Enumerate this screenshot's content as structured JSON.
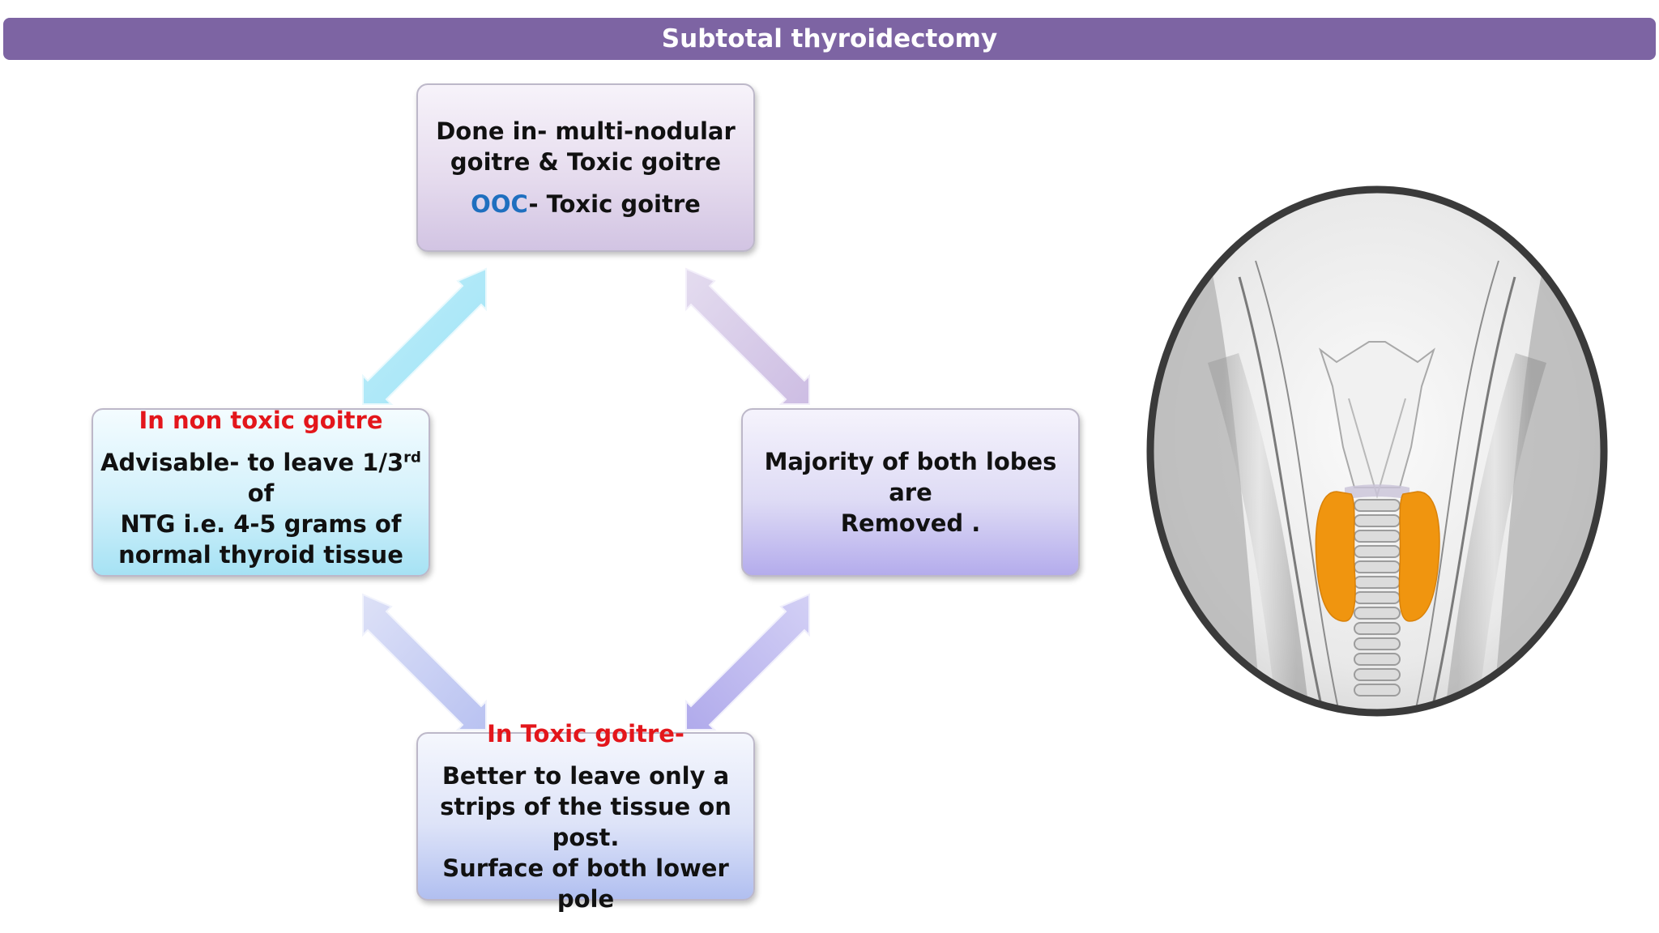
{
  "slide": {
    "title": "Subtotal thyroidectomy"
  },
  "top_box": {
    "line1": "Done in- multi-nodular",
    "line2": "goitre & Toxic goitre",
    "ooc_label": "OOC",
    "ooc_text": "- Toxic goitre"
  },
  "left_box": {
    "heading": "In non toxic goitre",
    "line1_pre": "Advisable- to leave 1/3",
    "line1_sup": "rd",
    "line1_post": " of",
    "line2": "NTG i.e. 4-5 grams of",
    "line3": "normal thyroid tissue"
  },
  "right_box": {
    "line1": "Majority of both lobes are",
    "line2": "Removed ."
  },
  "bottom_box": {
    "heading": "In Toxic goitre-",
    "line1": "Better to leave only a",
    "line2": "strips of the tissue on post.",
    "line3": "Surface of both lower pole"
  },
  "colors": {
    "title_bar": "#7d64a3",
    "heading_red": "#e3161b",
    "ooc_blue": "#1f6fbf",
    "thyroid_orange": "#f0950f"
  },
  "icons": {
    "illustration": "neck-thyroid-illustration"
  }
}
